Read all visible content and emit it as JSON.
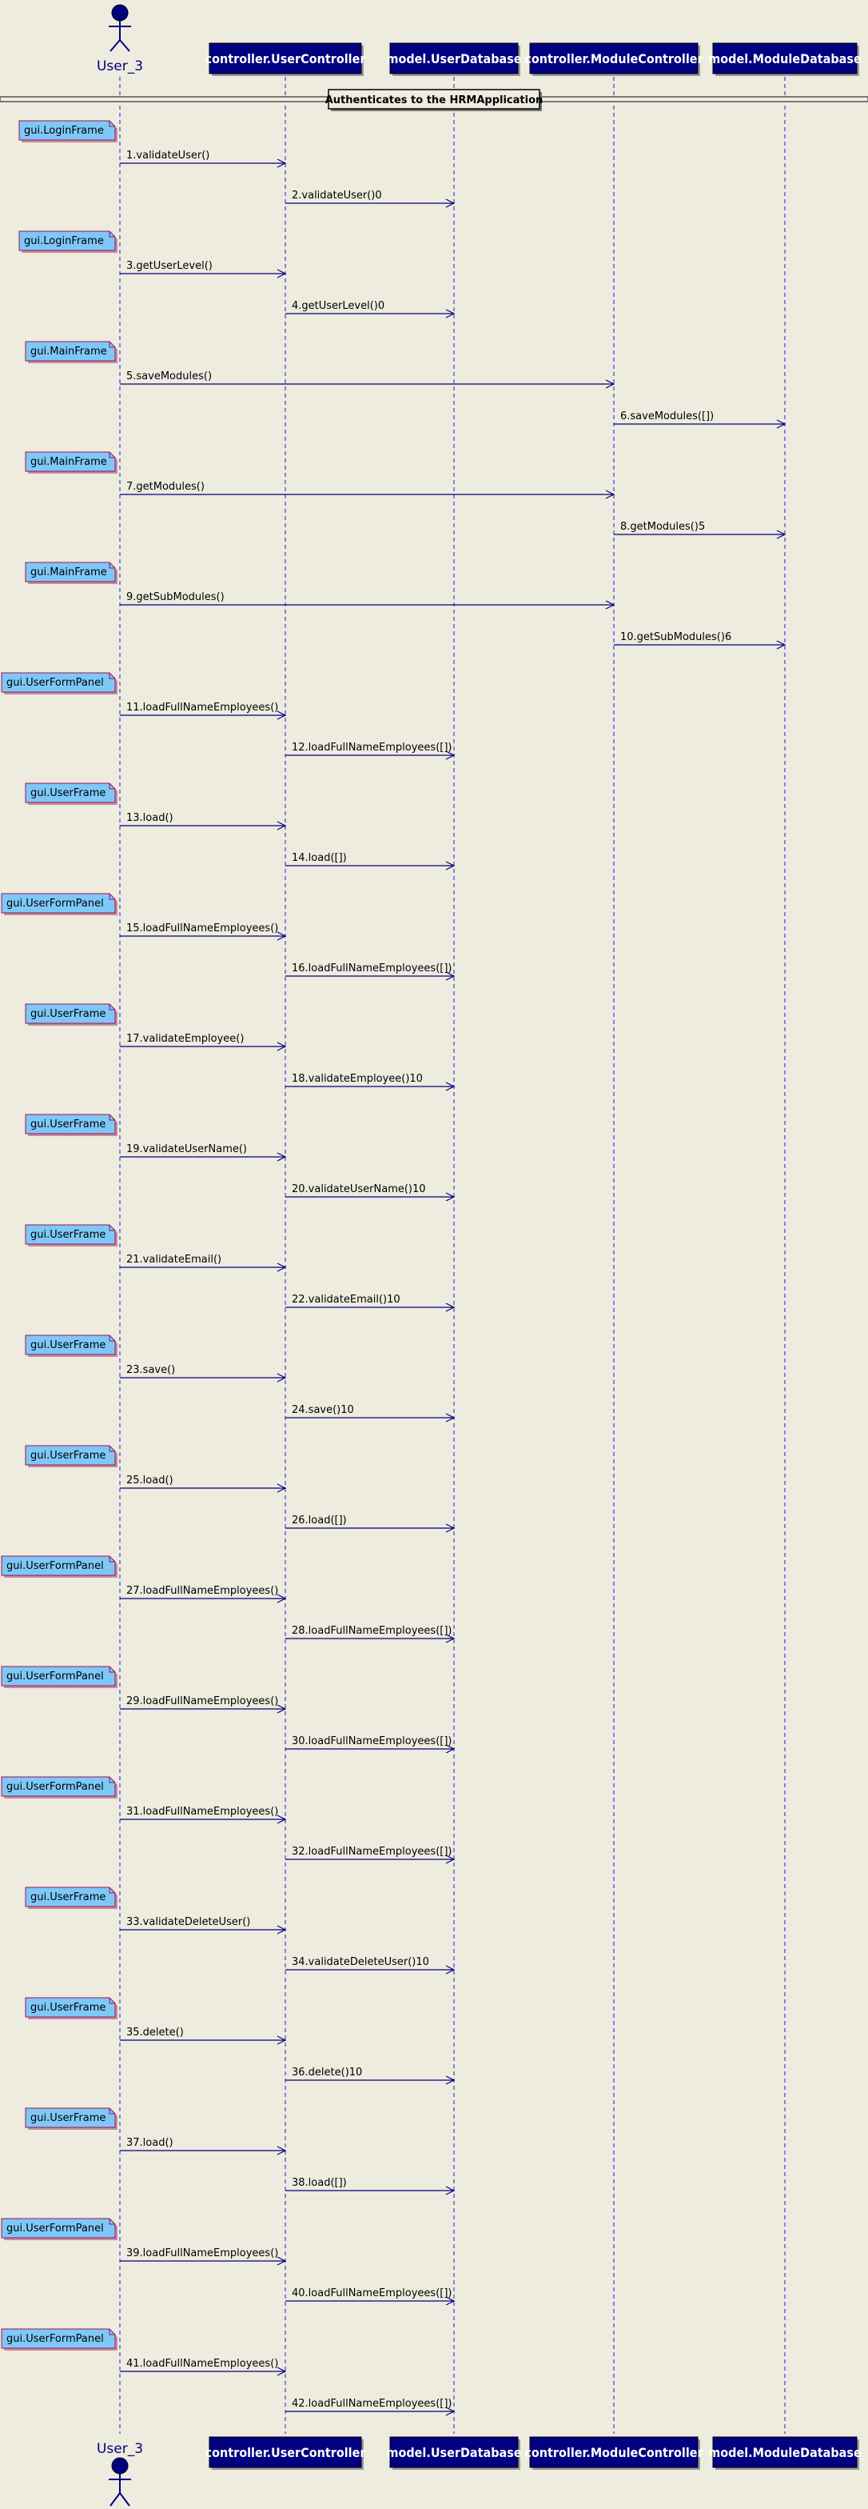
{
  "diagram": {
    "actor": "User_3",
    "participants": [
      "controller.UserController",
      "model.UserDatabase",
      "controller.ModuleController",
      "model.ModuleDatabase"
    ],
    "divider_label": "Authenticates to the HRMApplication",
    "steps": [
      {
        "note": "gui.LoginFrame",
        "calls": [
          {
            "label": "1.validateUser()",
            "from": "User_3",
            "to": "controller.UserController"
          },
          {
            "label": "2.validateUser()0",
            "from": "controller.UserController",
            "to": "model.UserDatabase"
          }
        ]
      },
      {
        "note": "gui.LoginFrame",
        "calls": [
          {
            "label": "3.getUserLevel()",
            "from": "User_3",
            "to": "controller.UserController"
          },
          {
            "label": "4.getUserLevel()0",
            "from": "controller.UserController",
            "to": "model.UserDatabase"
          }
        ]
      },
      {
        "note": "gui.MainFrame",
        "calls": [
          {
            "label": "5.saveModules()",
            "from": "User_3",
            "to": "controller.ModuleController"
          },
          {
            "label": "6.saveModules([])",
            "from": "controller.ModuleController",
            "to": "model.ModuleDatabase"
          }
        ]
      },
      {
        "note": "gui.MainFrame",
        "calls": [
          {
            "label": "7.getModules()",
            "from": "User_3",
            "to": "controller.ModuleController"
          },
          {
            "label": "8.getModules()5",
            "from": "controller.ModuleController",
            "to": "model.ModuleDatabase"
          }
        ]
      },
      {
        "note": "gui.MainFrame",
        "calls": [
          {
            "label": "9.getSubModules()",
            "from": "User_3",
            "to": "controller.ModuleController"
          },
          {
            "label": "10.getSubModules()6",
            "from": "controller.ModuleController",
            "to": "model.ModuleDatabase"
          }
        ]
      },
      {
        "note": "gui.UserFormPanel",
        "calls": [
          {
            "label": "11.loadFullNameEmployees()",
            "from": "User_3",
            "to": "controller.UserController"
          },
          {
            "label": "12.loadFullNameEmployees([])",
            "from": "controller.UserController",
            "to": "model.UserDatabase"
          }
        ]
      },
      {
        "note": "gui.UserFrame",
        "calls": [
          {
            "label": "13.load()",
            "from": "User_3",
            "to": "controller.UserController"
          },
          {
            "label": "14.load([])",
            "from": "controller.UserController",
            "to": "model.UserDatabase"
          }
        ]
      },
      {
        "note": "gui.UserFormPanel",
        "calls": [
          {
            "label": "15.loadFullNameEmployees()",
            "from": "User_3",
            "to": "controller.UserController"
          },
          {
            "label": "16.loadFullNameEmployees([])",
            "from": "controller.UserController",
            "to": "model.UserDatabase"
          }
        ]
      },
      {
        "note": "gui.UserFrame",
        "calls": [
          {
            "label": "17.validateEmployee()",
            "from": "User_3",
            "to": "controller.UserController"
          },
          {
            "label": "18.validateEmployee()10",
            "from": "controller.UserController",
            "to": "model.UserDatabase"
          }
        ]
      },
      {
        "note": "gui.UserFrame",
        "calls": [
          {
            "label": "19.validateUserName()",
            "from": "User_3",
            "to": "controller.UserController"
          },
          {
            "label": "20.validateUserName()10",
            "from": "controller.UserController",
            "to": "model.UserDatabase"
          }
        ]
      },
      {
        "note": "gui.UserFrame",
        "calls": [
          {
            "label": "21.validateEmail()",
            "from": "User_3",
            "to": "controller.UserController"
          },
          {
            "label": "22.validateEmail()10",
            "from": "controller.UserController",
            "to": "model.UserDatabase"
          }
        ]
      },
      {
        "note": "gui.UserFrame",
        "calls": [
          {
            "label": "23.save()",
            "from": "User_3",
            "to": "controller.UserController"
          },
          {
            "label": "24.save()10",
            "from": "controller.UserController",
            "to": "model.UserDatabase"
          }
        ]
      },
      {
        "note": "gui.UserFrame",
        "calls": [
          {
            "label": "25.load()",
            "from": "User_3",
            "to": "controller.UserController"
          },
          {
            "label": "26.load([])",
            "from": "controller.UserController",
            "to": "model.UserDatabase"
          }
        ]
      },
      {
        "note": "gui.UserFormPanel",
        "calls": [
          {
            "label": "27.loadFullNameEmployees()",
            "from": "User_3",
            "to": "controller.UserController"
          },
          {
            "label": "28.loadFullNameEmployees([])",
            "from": "controller.UserController",
            "to": "model.UserDatabase"
          }
        ]
      },
      {
        "note": "gui.UserFormPanel",
        "calls": [
          {
            "label": "29.loadFullNameEmployees()",
            "from": "User_3",
            "to": "controller.UserController"
          },
          {
            "label": "30.loadFullNameEmployees([])",
            "from": "controller.UserController",
            "to": "model.UserDatabase"
          }
        ]
      },
      {
        "note": "gui.UserFormPanel",
        "calls": [
          {
            "label": "31.loadFullNameEmployees()",
            "from": "User_3",
            "to": "controller.UserController"
          },
          {
            "label": "32.loadFullNameEmployees([])",
            "from": "controller.UserController",
            "to": "model.UserDatabase"
          }
        ]
      },
      {
        "note": "gui.UserFrame",
        "calls": [
          {
            "label": "33.validateDeleteUser()",
            "from": "User_3",
            "to": "controller.UserController"
          },
          {
            "label": "34.validateDeleteUser()10",
            "from": "controller.UserController",
            "to": "model.UserDatabase"
          }
        ]
      },
      {
        "note": "gui.UserFrame",
        "calls": [
          {
            "label": "35.delete()",
            "from": "User_3",
            "to": "controller.UserController"
          },
          {
            "label": "36.delete()10",
            "from": "controller.UserController",
            "to": "model.UserDatabase"
          }
        ]
      },
      {
        "note": "gui.UserFrame",
        "calls": [
          {
            "label": "37.load()",
            "from": "User_3",
            "to": "controller.UserController"
          },
          {
            "label": "38.load([])",
            "from": "controller.UserController",
            "to": "model.UserDatabase"
          }
        ]
      },
      {
        "note": "gui.UserFormPanel",
        "calls": [
          {
            "label": "39.loadFullNameEmployees()",
            "from": "User_3",
            "to": "controller.UserController"
          },
          {
            "label": "40.loadFullNameEmployees([])",
            "from": "controller.UserController",
            "to": "model.UserDatabase"
          }
        ]
      },
      {
        "note": "gui.UserFormPanel",
        "calls": [
          {
            "label": "41.loadFullNameEmployees()",
            "from": "User_3",
            "to": "controller.UserController"
          },
          {
            "label": "42.loadFullNameEmployees([])",
            "from": "controller.UserController",
            "to": "model.UserDatabase"
          }
        ]
      }
    ]
  },
  "colors": {
    "background": "#eeebdf",
    "participant_fill": "#000080",
    "participant_text": "#ffffff",
    "lifeline": "#3f3fdf",
    "arrow": "#000080",
    "note_fill": "#7ec8f8",
    "note_border": "#a01050",
    "actor": "#000080",
    "text": "#000000"
  }
}
